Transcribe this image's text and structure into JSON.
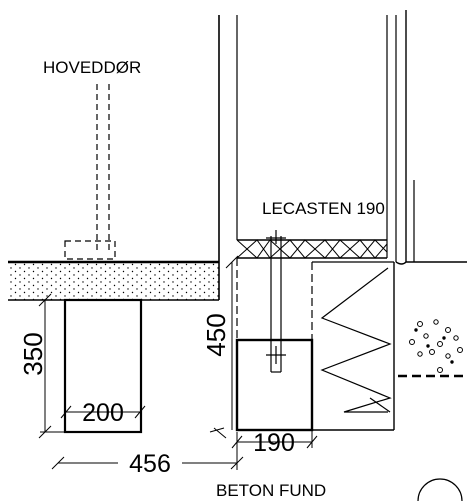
{
  "labels": {
    "door": "HOVEDDØR",
    "wall": "LECASTEN 190",
    "footing": "BETON FUND"
  },
  "dimensions": {
    "footing_height": "350",
    "footing_width": "200",
    "horizontal_offset": "456",
    "foundation_depth": "450",
    "foundation_width": "190"
  }
}
